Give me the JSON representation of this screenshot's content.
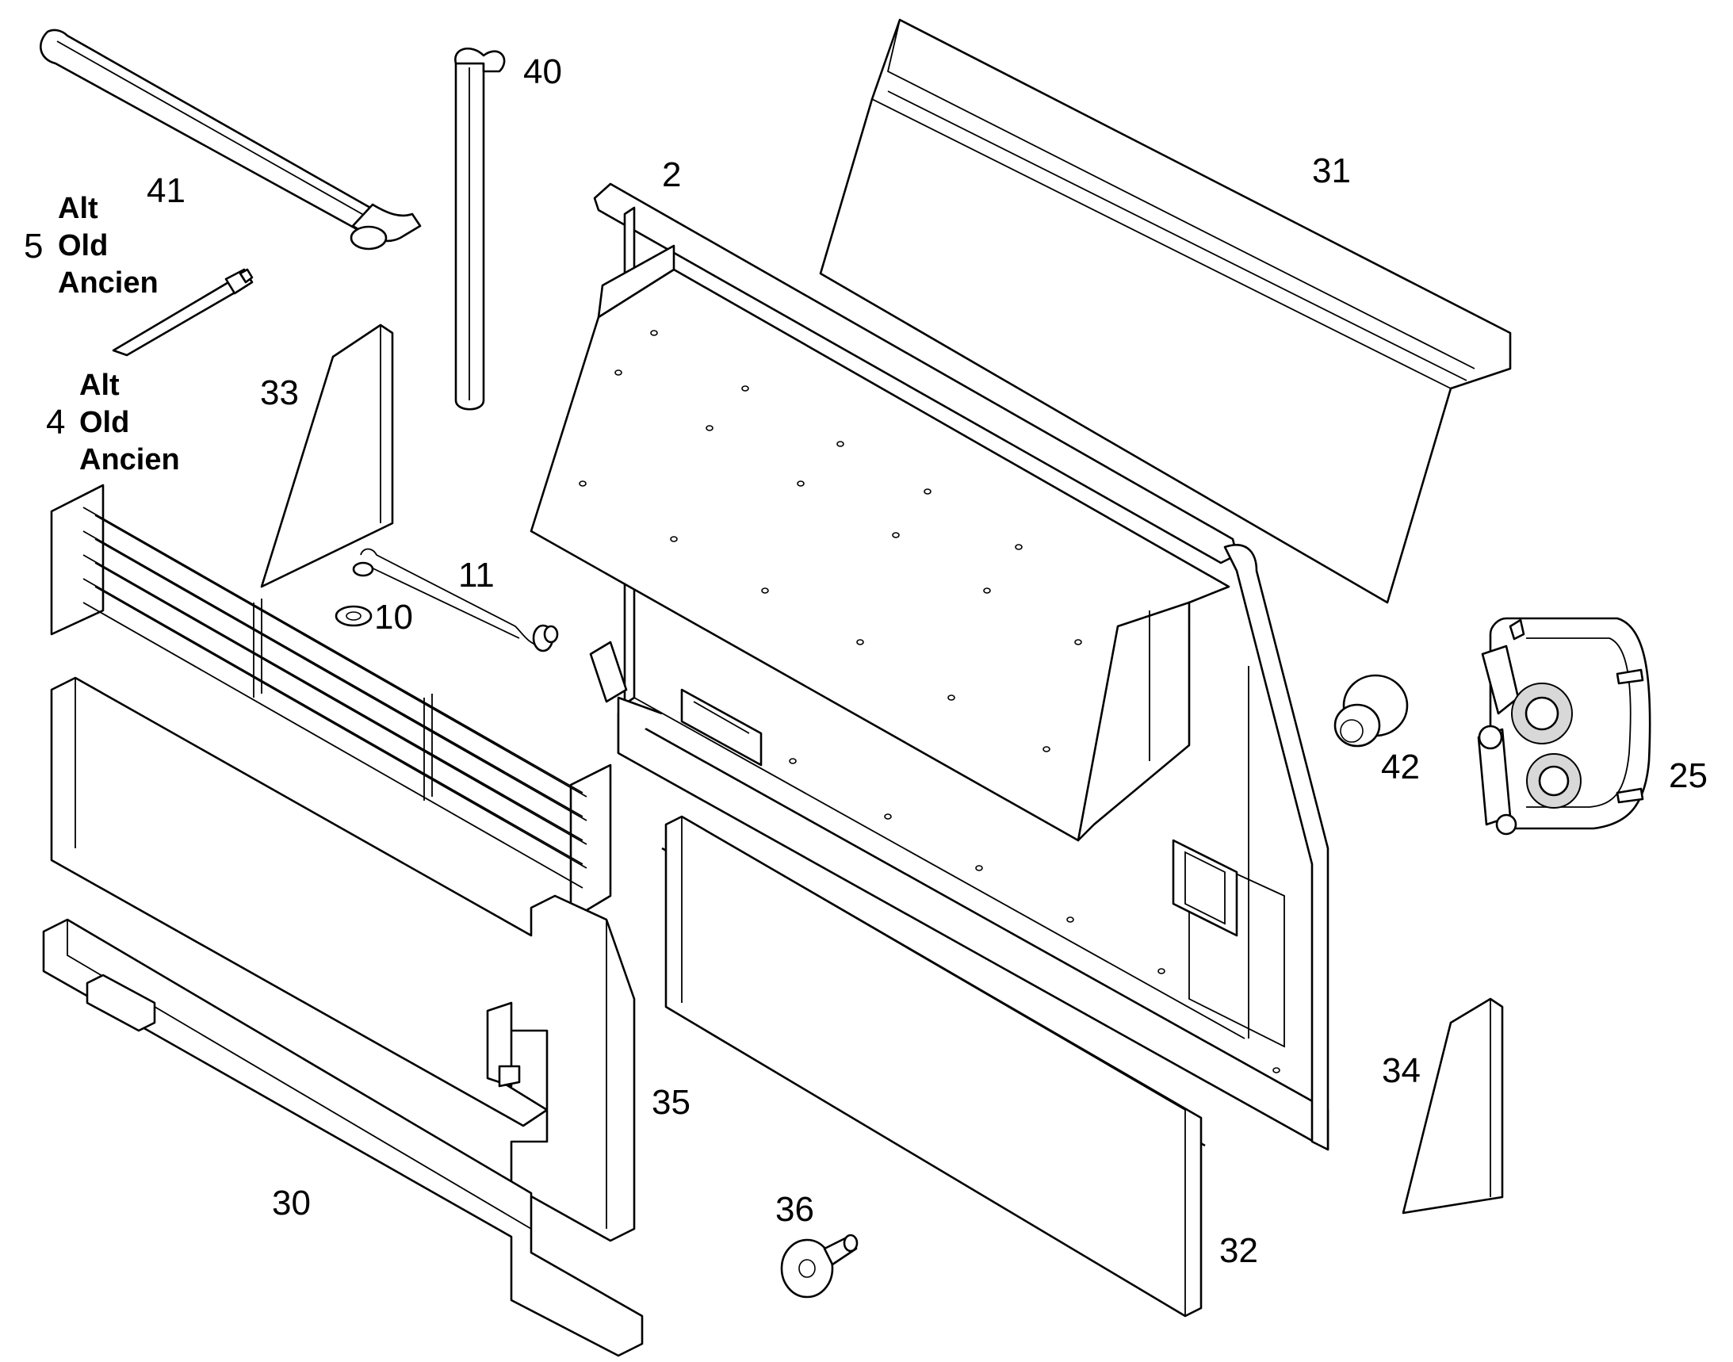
{
  "labels": {
    "p2": "2",
    "p4": "4",
    "p5": "5",
    "p10": "10",
    "p11": "11",
    "p25": "25",
    "p30": "30",
    "p31": "31",
    "p32": "32",
    "p33": "33",
    "p34": "34",
    "p35": "35",
    "p36": "36",
    "p40": "40",
    "p41": "41",
    "p42": "42"
  },
  "notes": {
    "alt": "Alt",
    "old": "Old",
    "ancien": "Ancien"
  }
}
